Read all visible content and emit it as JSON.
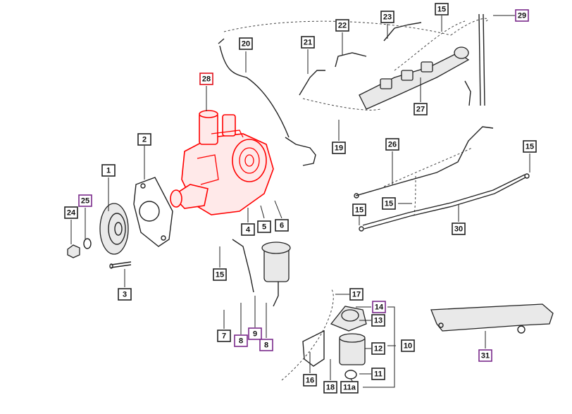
{
  "colors": {
    "highlight": "#ff0000",
    "callout_default": "#222222",
    "callout_accent": "#7a2a8a",
    "callout_selected": "#e0101a"
  },
  "callouts": [
    {
      "id": "28",
      "label": "28",
      "style": "selected"
    },
    {
      "id": "20",
      "label": "20",
      "style": "default"
    },
    {
      "id": "21",
      "label": "21",
      "style": "default"
    },
    {
      "id": "22",
      "label": "22",
      "style": "default"
    },
    {
      "id": "23",
      "label": "23",
      "style": "default"
    },
    {
      "id": "15a",
      "label": "15",
      "style": "default"
    },
    {
      "id": "29",
      "label": "29",
      "style": "accent"
    },
    {
      "id": "27",
      "label": "27",
      "style": "default"
    },
    {
      "id": "19",
      "label": "19",
      "style": "default"
    },
    {
      "id": "2",
      "label": "2",
      "style": "default"
    },
    {
      "id": "1",
      "label": "1",
      "style": "default"
    },
    {
      "id": "25",
      "label": "25",
      "style": "accent"
    },
    {
      "id": "24",
      "label": "24",
      "style": "default"
    },
    {
      "id": "3",
      "label": "3",
      "style": "default"
    },
    {
      "id": "4",
      "label": "4",
      "style": "default"
    },
    {
      "id": "5",
      "label": "5",
      "style": "default"
    },
    {
      "id": "6",
      "label": "6",
      "style": "default"
    },
    {
      "id": "26",
      "label": "26",
      "style": "default"
    },
    {
      "id": "15b",
      "label": "15",
      "style": "default"
    },
    {
      "id": "15c",
      "label": "15",
      "style": "default"
    },
    {
      "id": "15d",
      "label": "15",
      "style": "default"
    },
    {
      "id": "30",
      "label": "30",
      "style": "default"
    },
    {
      "id": "15e",
      "label": "15",
      "style": "default"
    },
    {
      "id": "7",
      "label": "7",
      "style": "default"
    },
    {
      "id": "8a",
      "label": "8",
      "style": "accent"
    },
    {
      "id": "9",
      "label": "9",
      "style": "accent"
    },
    {
      "id": "8b",
      "label": "8",
      "style": "accent"
    },
    {
      "id": "17",
      "label": "17",
      "style": "default"
    },
    {
      "id": "14",
      "label": "14",
      "style": "accent"
    },
    {
      "id": "13",
      "label": "13",
      "style": "default"
    },
    {
      "id": "12",
      "label": "12",
      "style": "default"
    },
    {
      "id": "10",
      "label": "10",
      "style": "default"
    },
    {
      "id": "11",
      "label": "11",
      "style": "default"
    },
    {
      "id": "11a",
      "label": "11a",
      "style": "default"
    },
    {
      "id": "16",
      "label": "16",
      "style": "default"
    },
    {
      "id": "18",
      "label": "18",
      "style": "default"
    },
    {
      "id": "31",
      "label": "31",
      "style": "accent"
    }
  ]
}
